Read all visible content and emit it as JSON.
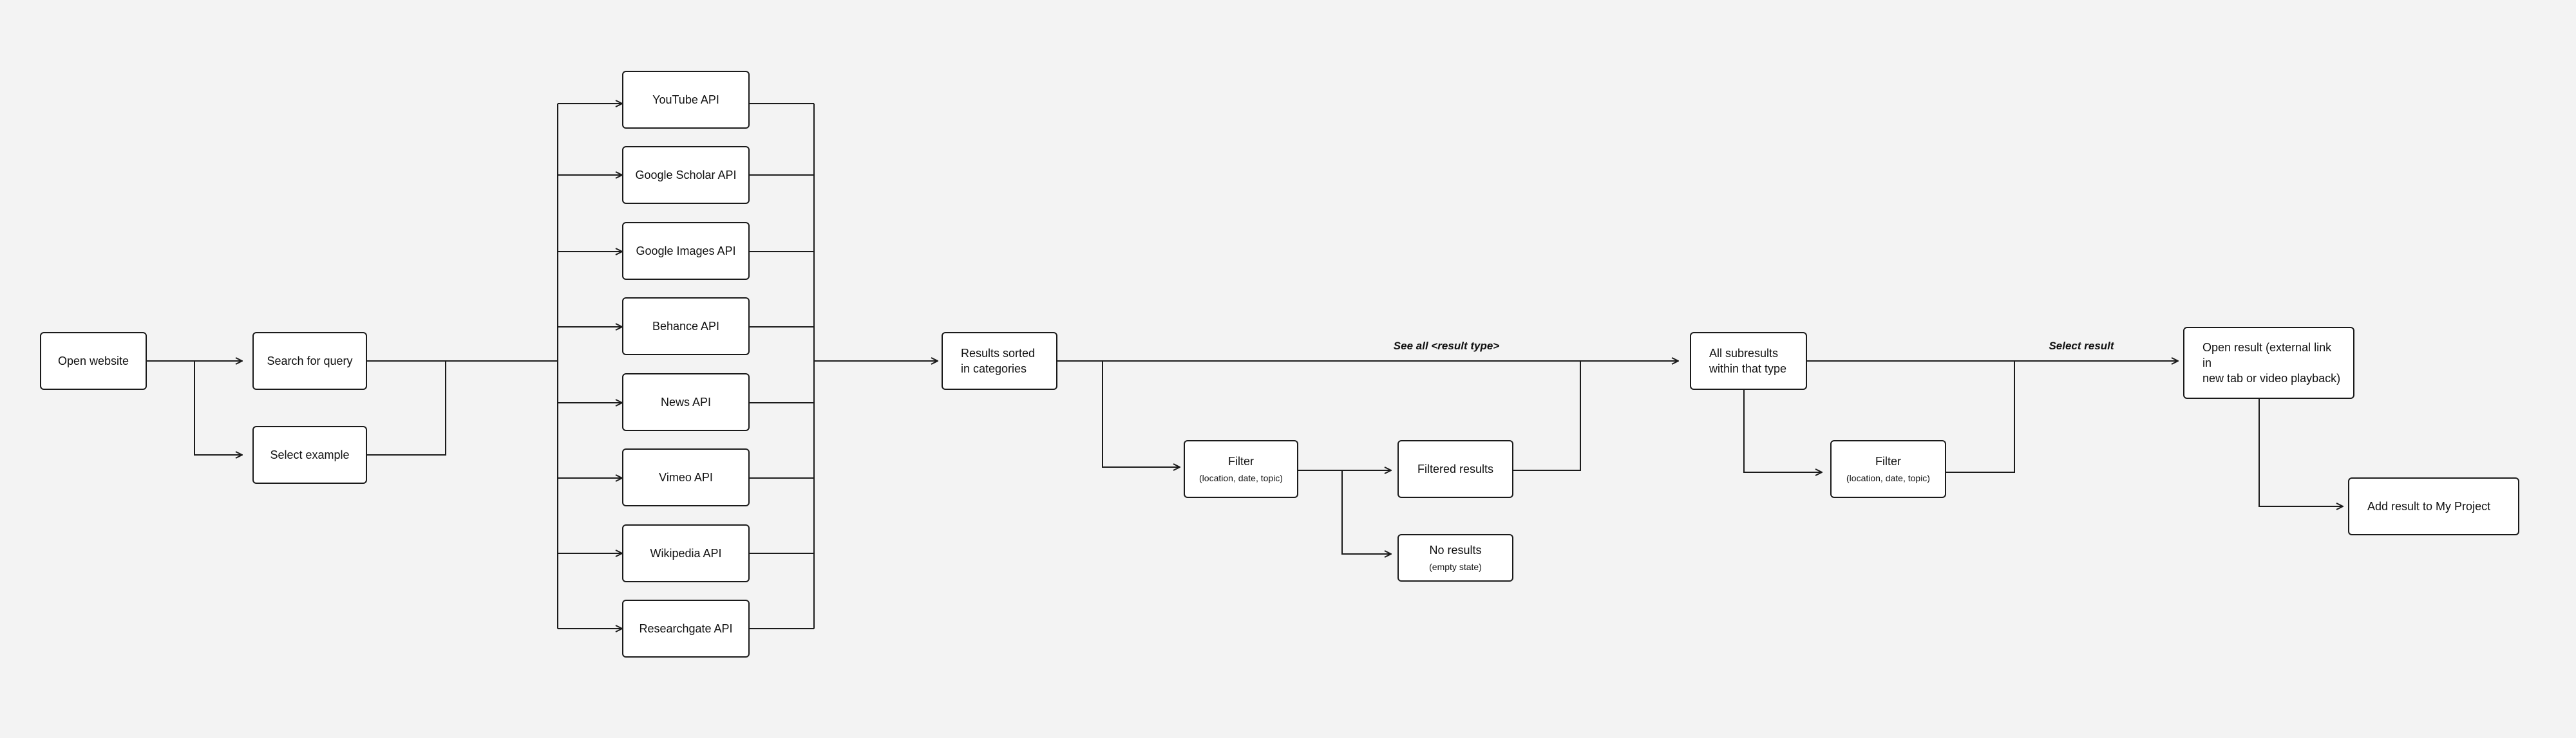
{
  "nodes": {
    "open_website": {
      "label": "Open website"
    },
    "search_query": {
      "label": "Search for query"
    },
    "select_example": {
      "label": "Select example"
    },
    "youtube_api": {
      "label": "YouTube API"
    },
    "scholar_api": {
      "label": "Google Scholar API"
    },
    "images_api": {
      "label": "Google Images API"
    },
    "behance_api": {
      "label": "Behance API"
    },
    "news_api": {
      "label": "News API"
    },
    "vimeo_api": {
      "label": "Vimeo API"
    },
    "wikipedia_api": {
      "label": "Wikipedia API"
    },
    "researchgate_api": {
      "label": "Researchgate API"
    },
    "results_sorted": {
      "label": "Results sorted\nin categories"
    },
    "filter_1": {
      "label": "Filter",
      "sub": "(location, date, topic)"
    },
    "filtered_results": {
      "label": "Filtered results"
    },
    "no_results": {
      "label": "No results",
      "sub": "(empty state)"
    },
    "all_subresults": {
      "label": "All subresults\nwithin that type"
    },
    "filter_2": {
      "label": "Filter",
      "sub": "(location, date, topic)"
    },
    "open_result": {
      "label": "Open result (external link in\nnew tab or video playback)"
    },
    "add_result": {
      "label": "Add result to My Project"
    }
  },
  "edge_labels": {
    "see_all": "See all <result type>",
    "select_result": "Select result"
  },
  "colors": {
    "background": "#f3f3f3",
    "node_fill": "#ffffff",
    "stroke": "#1a1a1a"
  }
}
